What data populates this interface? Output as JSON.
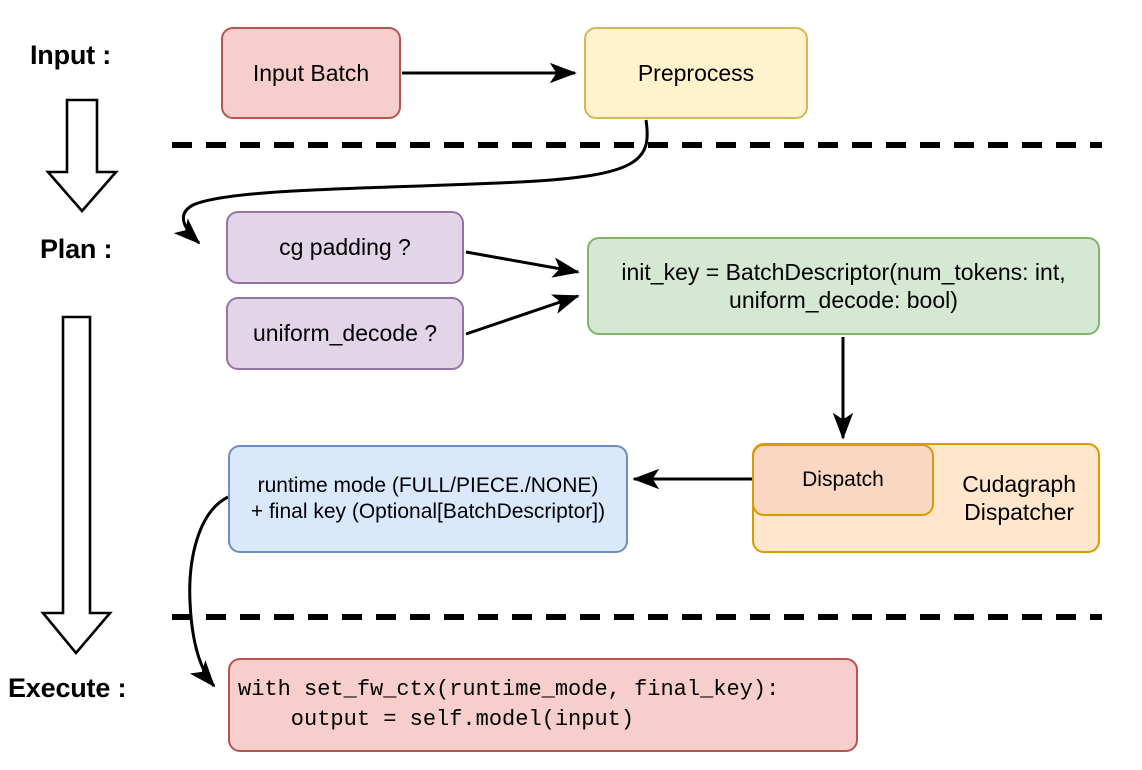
{
  "diagram": {
    "title_stages": [
      "Input :",
      "Plan :",
      "Execute :"
    ],
    "stages": {
      "input": {
        "label": "Input :"
      },
      "plan": {
        "label": "Plan :"
      },
      "execute": {
        "label": "Execute :"
      }
    },
    "nodes": {
      "input_batch": {
        "label": "Input Batch",
        "fill": "#f6cecc",
        "stroke": "#b85450"
      },
      "preprocess": {
        "label": "Preprocess",
        "fill": "#fff2cc",
        "stroke": "#d6b656"
      },
      "cg_padding": {
        "label": "cg padding ?",
        "fill": "#e1d5e7",
        "stroke": "#9673a6"
      },
      "uniform_decode": {
        "label": "uniform_decode ?",
        "fill": "#e1d5e7",
        "stroke": "#9673a6"
      },
      "init_key": {
        "line1": "init_key = BatchDescriptor(num_tokens: int,",
        "line2": "uniform_decode: bool)",
        "fill": "#d5e8d4",
        "stroke": "#82b366"
      },
      "dispatch": {
        "label": "Dispatch",
        "fill": "#fad7c3",
        "stroke": "#d79b00"
      },
      "cudagraph_dispatcher": {
        "line1": "Cudagraph",
        "line2": "Dispatcher",
        "fill": "#ffe6cc",
        "stroke": "#d79b00"
      },
      "runtime_mode": {
        "line1": "runtime mode (FULL/PIECE./NONE)",
        "line2": "+ final key (Optional[BatchDescriptor])",
        "fill": "#dae8fc",
        "stroke": "#6c8ebf"
      },
      "code_block": {
        "line1": "with set_fw_ctx(runtime_mode, final_key):",
        "line2": "    output = self.model(input)",
        "fill": "#f6cecc",
        "stroke": "#b85450"
      }
    },
    "separators": {
      "count": 2,
      "style": "dashed",
      "color": "#000000"
    },
    "flow_arrows": [
      "input_batch -> preprocess",
      "preprocess -> cg_padding",
      "cg_padding -> init_key",
      "uniform_decode -> init_key",
      "init_key -> dispatch",
      "dispatch -> runtime_mode",
      "runtime_mode -> code_block"
    ]
  }
}
